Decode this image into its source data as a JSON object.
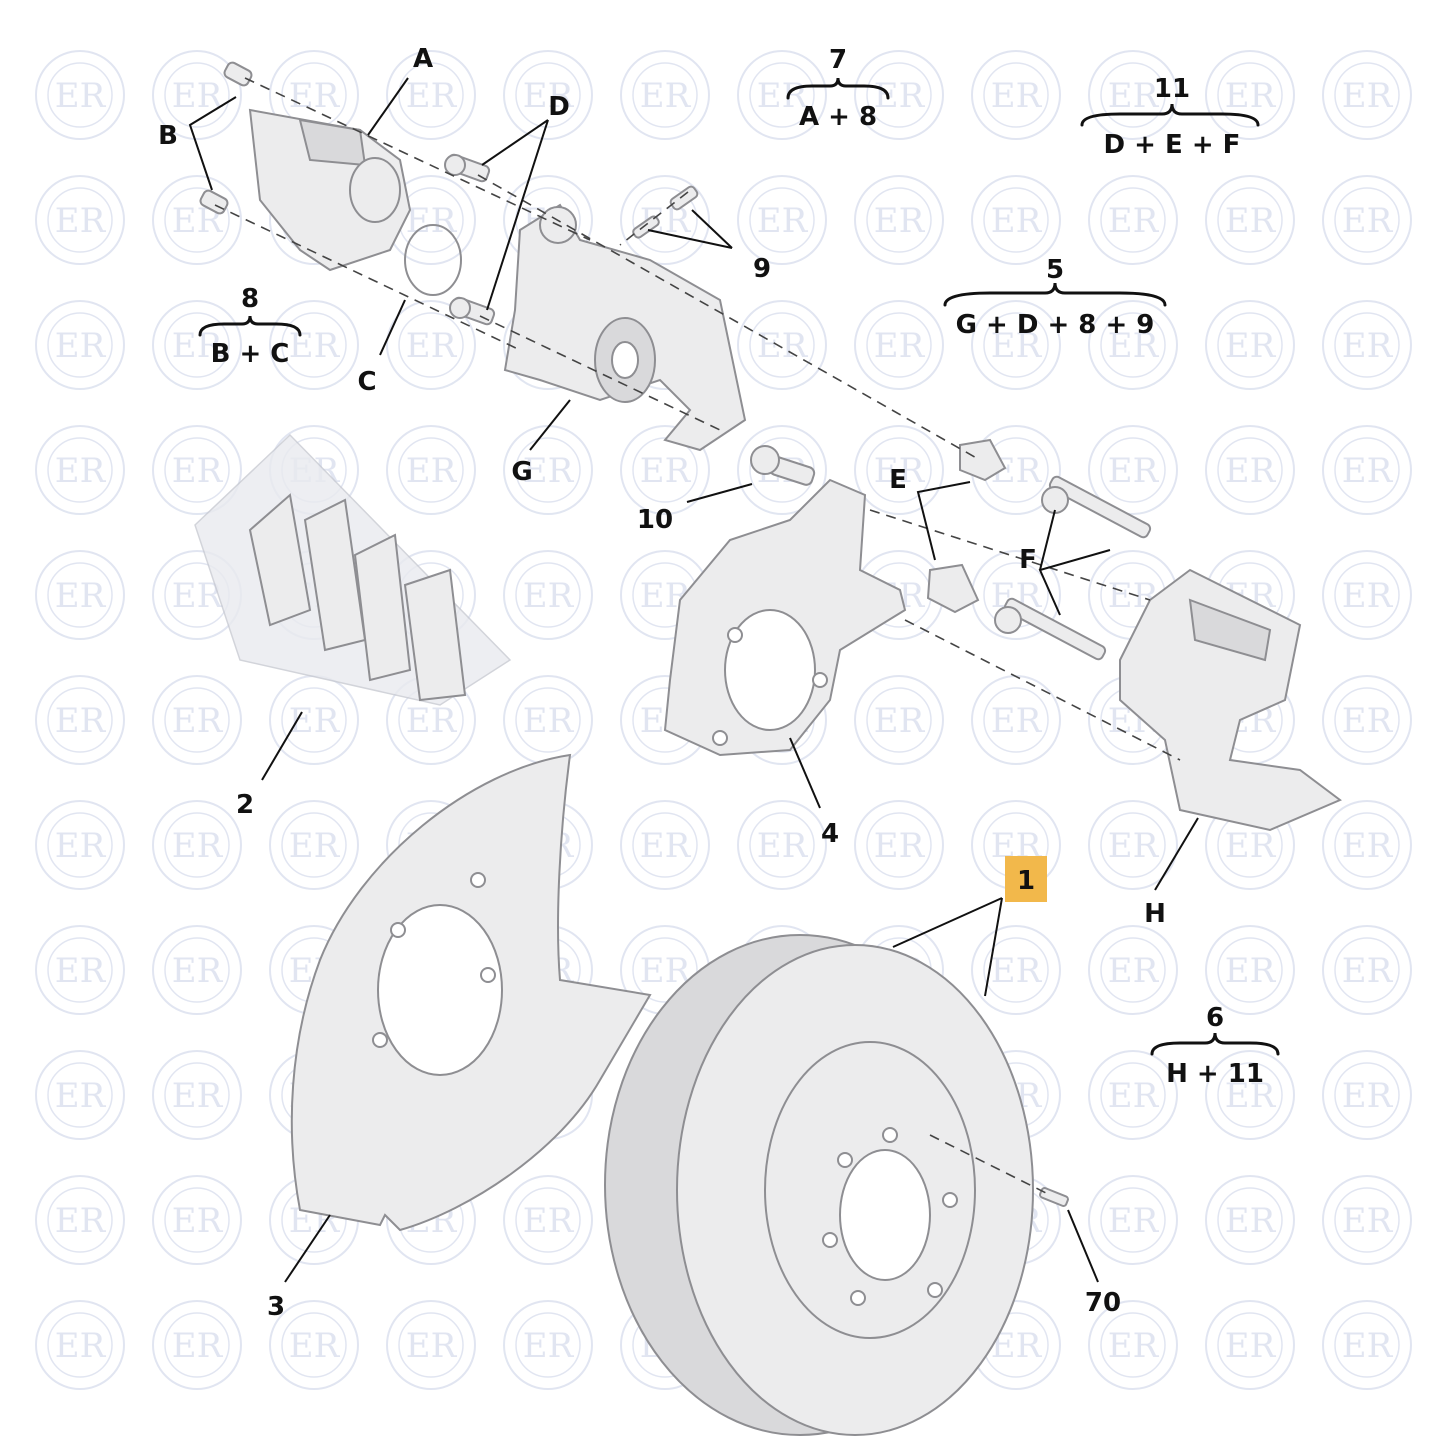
{
  "colors": {
    "background": "#ffffff",
    "part_fill": "#ececed",
    "part_stroke": "#8e8e92",
    "label": "#111111",
    "highlight": "#f2b84b",
    "watermark": "#c9d1e6"
  },
  "watermark": {
    "text": "ER"
  },
  "labels": {
    "A": "A",
    "B": "B",
    "C": "C",
    "D": "D",
    "E": "E",
    "F": "F",
    "G": "G",
    "H": "H",
    "n1": "1",
    "n2": "2",
    "n3": "3",
    "n4": "4",
    "n9": "9",
    "n10": "10",
    "n70": "70"
  },
  "kits": {
    "k7": {
      "number": "7",
      "formula": "A + 8"
    },
    "k11": {
      "number": "11",
      "formula": "D + E + F"
    },
    "k8": {
      "number": "8",
      "formula": "B + C"
    },
    "k5": {
      "number": "5",
      "formula": "G + D + 8 + 9"
    },
    "k6": {
      "number": "6",
      "formula": "H + 11"
    }
  },
  "highlighted_label": "1"
}
